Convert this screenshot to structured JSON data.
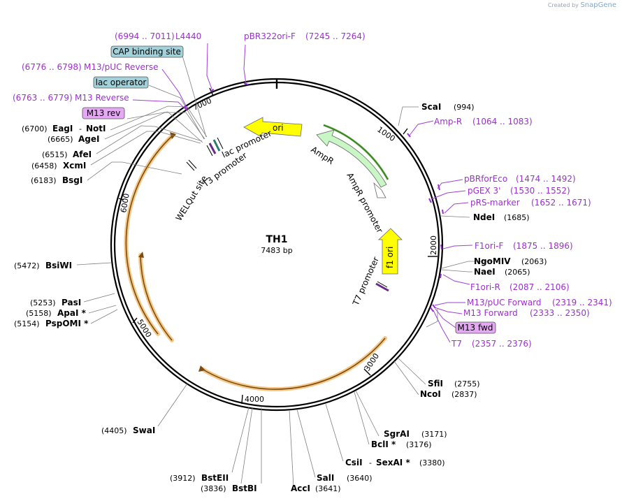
{
  "credit": {
    "prefix": "Created by",
    "brand": "SnapGene"
  },
  "plasmid": {
    "name": "TH1",
    "size_label": "7483 bp"
  },
  "ticks": [
    "1000",
    "2000",
    "3000",
    "4000",
    "5000",
    "6000",
    "7000"
  ],
  "features": {
    "ori": "ori",
    "ampr": "AmpR",
    "ampr_promoter": "AmpR promoter",
    "f1ori": "f1 ori",
    "t7_promoter": "T7 promoter",
    "lac_promoter": "lac promoter",
    "t3_promoter": "T3 promoter",
    "welqut": "WELQut site"
  },
  "boxes": {
    "cap": "CAP binding site",
    "lacop": "lac operator",
    "m13rev": "M13 rev",
    "m13fwd": "M13 fwd"
  },
  "enzymes_left": [
    {
      "pos": "(6700)",
      "name": "EagI",
      "sep": "-",
      "name2": "NotI"
    },
    {
      "pos": "(6665)",
      "name": "AgeI"
    },
    {
      "pos": "(6515)",
      "name": "AfeI"
    },
    {
      "pos": "(6458)",
      "name": "XcmI"
    },
    {
      "pos": "(6183)",
      "name": "BsgI"
    },
    {
      "pos": "(5472)",
      "name": "BsiWI"
    },
    {
      "pos": "(5253)",
      "name": "PasI"
    },
    {
      "pos": "(5158)",
      "name": "ApaI *"
    },
    {
      "pos": "(5154)",
      "name": "PspOMI *"
    },
    {
      "pos": "(4405)",
      "name": "SwaI"
    },
    {
      "pos": "(3912)",
      "name": "BstEII"
    },
    {
      "pos": "(3836)",
      "name": "BstBI"
    }
  ],
  "enzymes_right": [
    {
      "name": "ScaI",
      "pos": "(994)"
    },
    {
      "name": "NdeI",
      "pos": "(1685)"
    },
    {
      "name": "NgoMIV",
      "pos": "(2063)"
    },
    {
      "name": "NaeI",
      "pos": "(2065)"
    },
    {
      "name": "SfiI",
      "pos": "(2755)"
    },
    {
      "name": "NcoI",
      "pos": "(2837)"
    },
    {
      "name": "SgrAI",
      "pos": "(3171)"
    },
    {
      "name": "BclI *",
      "pos": "(3176)"
    },
    {
      "name": "CsiI",
      "sep": "-",
      "name2": "SexAI *",
      "pos": "(3380)"
    },
    {
      "name": "SalI",
      "pos": "(3640)"
    },
    {
      "name": "AccI",
      "pos": "(3641)"
    }
  ],
  "primers_left": [
    {
      "range": "(6994 .. 7011)",
      "name": "L4440"
    },
    {
      "range": "(6776 .. 6798)",
      "name": "M13/pUC Reverse"
    },
    {
      "range": "(6763 .. 6779)",
      "name": "M13 Reverse"
    }
  ],
  "primers_right": [
    {
      "name": "pBR322ori-F",
      "range": "(7245 .. 7264)"
    },
    {
      "name": "Amp-R",
      "range": "(1064 .. 1083)"
    },
    {
      "name": "pBRforEco",
      "range": "(1474 .. 1492)"
    },
    {
      "name": "pGEX 3'",
      "range": "(1530 .. 1552)"
    },
    {
      "name": "pRS-marker",
      "range": "(1652 .. 1671)"
    },
    {
      "name": "F1ori-F",
      "range": "(1875 .. 1896)"
    },
    {
      "name": "F1ori-R",
      "range": "(2087 .. 2106)"
    },
    {
      "name": "M13/pUC Forward",
      "range": "(2319 .. 2341)"
    },
    {
      "name": "M13 Forward",
      "range": "(2333 .. 2350)"
    },
    {
      "name": "T7",
      "range": "(2357 .. 2376)"
    }
  ]
}
